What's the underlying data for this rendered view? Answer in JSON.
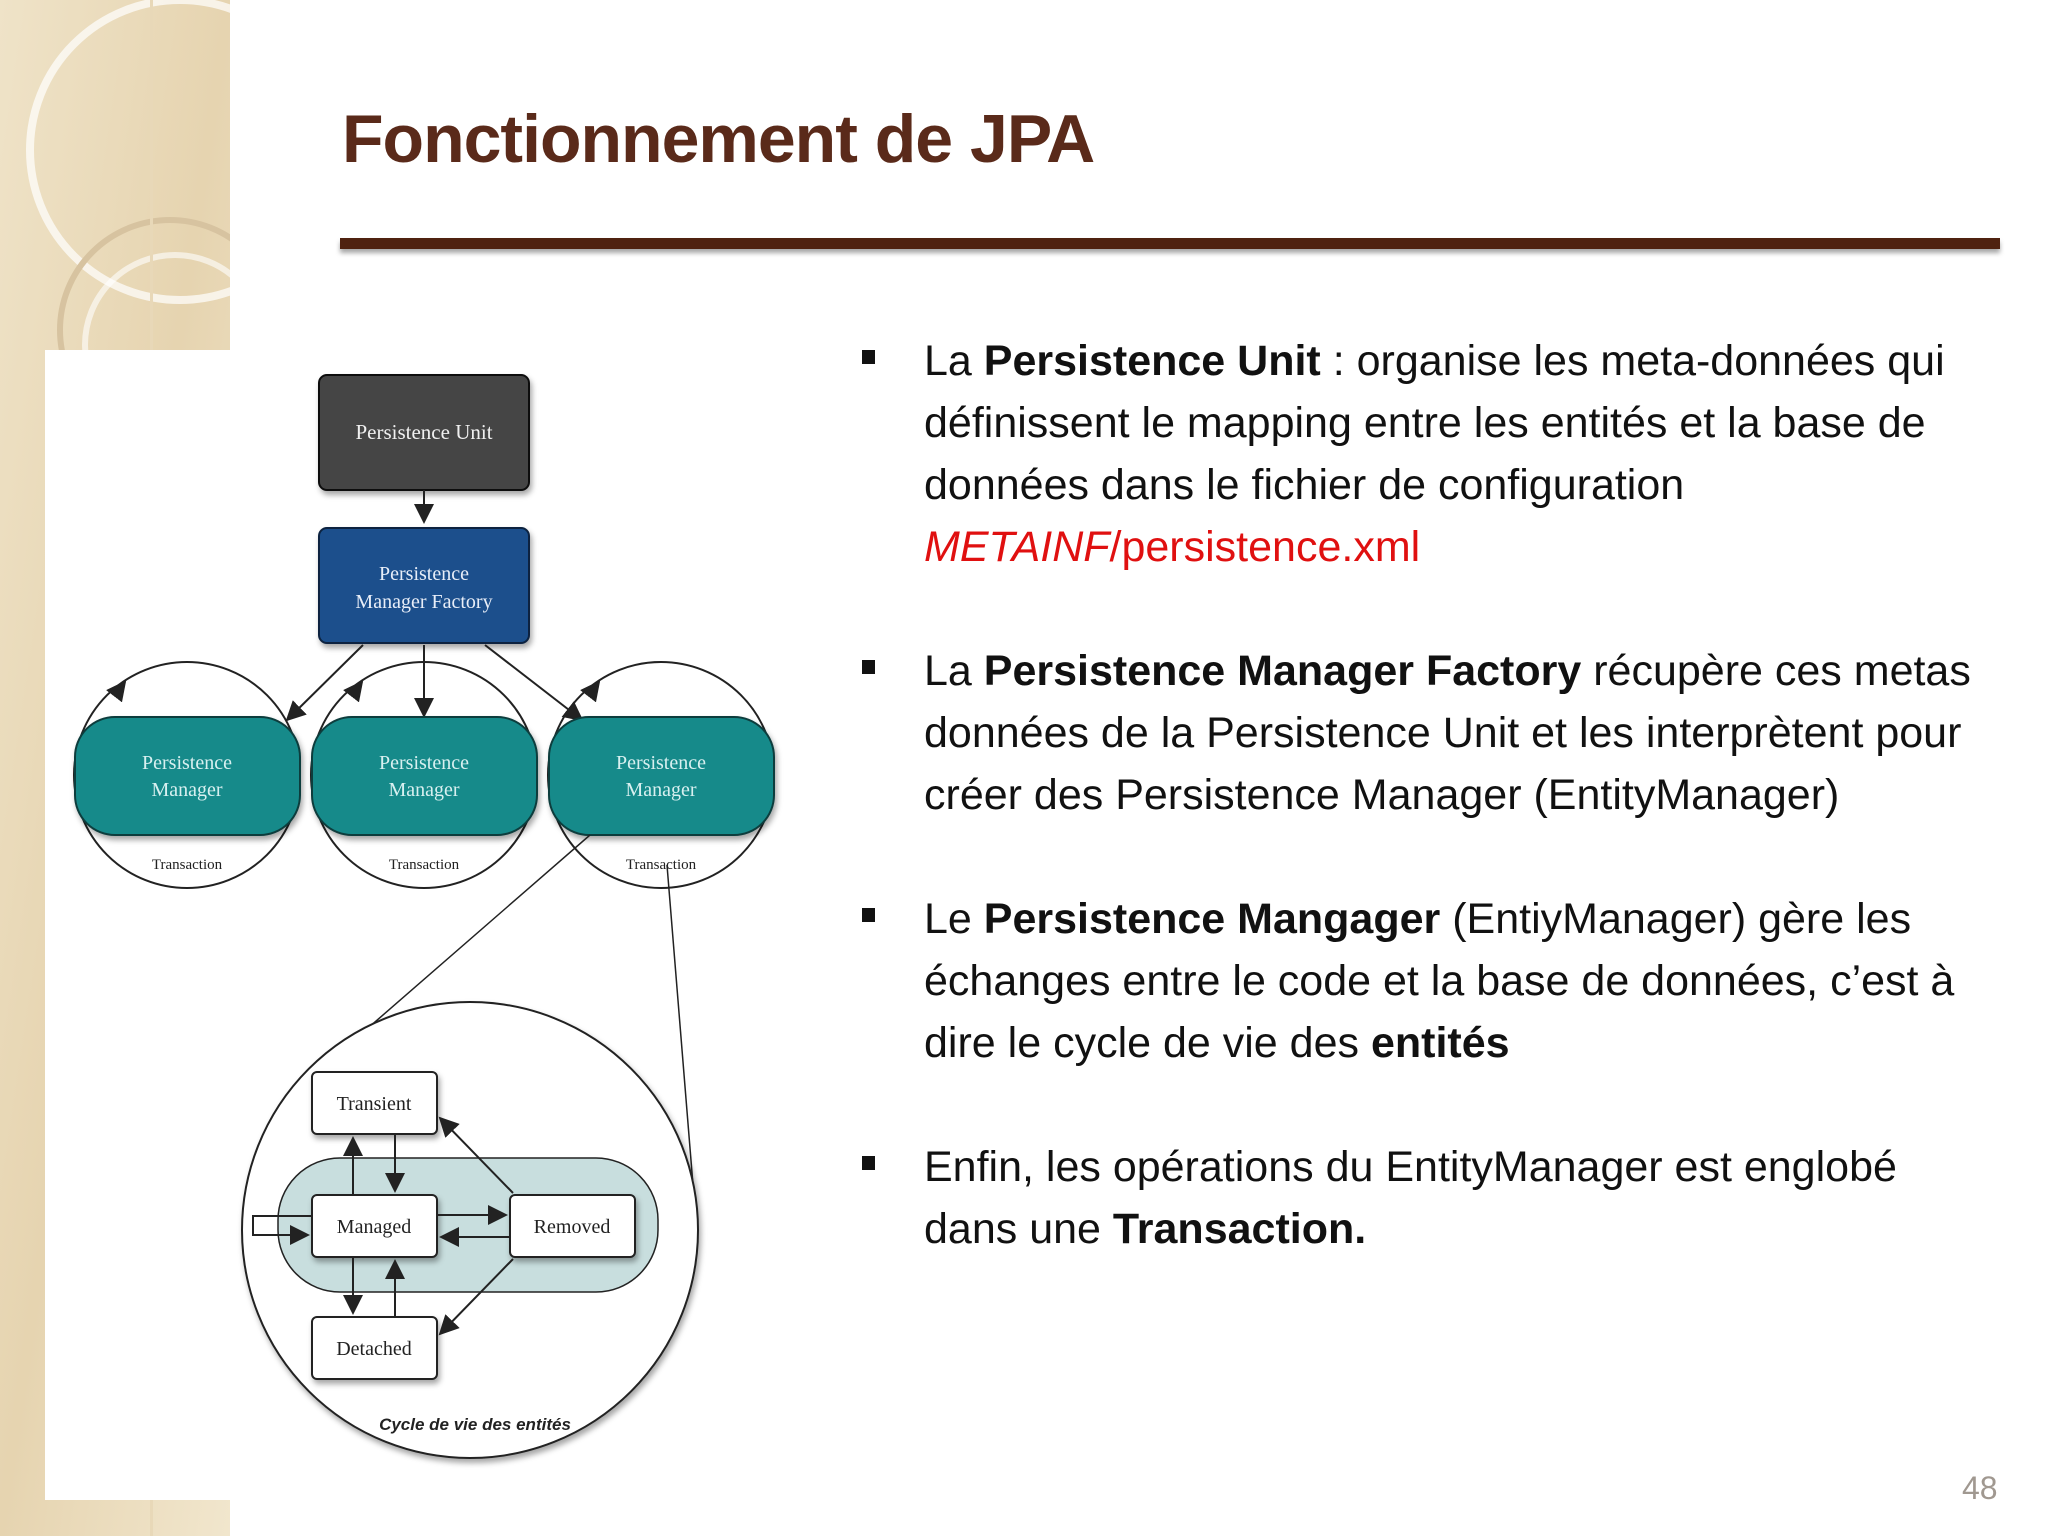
{
  "slide": {
    "title": "Fonctionnement de JPA",
    "page_number": "48"
  },
  "bullets": [
    {
      "pre": "La ",
      "bold": "Persistence Unit",
      "text": " : organise les meta-données qui définissent le mapping entre les entités et la base de données dans le fichier de configuration ",
      "path_italic": "METAINF",
      "path_rest": "/persistence.xml"
    },
    {
      "pre": "La ",
      "bold": "Persistence Manager Factory",
      "text": " récupère ces metas données de la Persistence Unit et les interprètent pour créer des Persistence Manager (EntityManager)"
    },
    {
      "pre": "Le ",
      "bold": "Persistence Mangager",
      "text": " (EntiyManager) gère les échanges entre le code et la base de données, c’est à dire le cycle de vie des ",
      "bold_end": "entités"
    },
    {
      "pre": "Enfin, les opérations du EntityManager est englobé dans une ",
      "bold_end": "Transaction."
    }
  ],
  "diagram": {
    "persistence_unit": "Persistence Unit",
    "factory_line1": "Persistence",
    "factory_line2": "Manager Factory",
    "managers": [
      {
        "line1": "Persistence",
        "line2": "Manager",
        "transaction": "Transaction"
      },
      {
        "line1": "Persistence",
        "line2": "Manager",
        "transaction": "Transaction"
      },
      {
        "line1": "Persistence",
        "line2": "Manager",
        "transaction": "Transaction"
      }
    ],
    "lifecycle": {
      "transient": "Transient",
      "managed": "Managed",
      "removed": "Removed",
      "detached": "Detached",
      "caption": "Cycle de vie des entités"
    }
  },
  "colors": {
    "title": "#5a2a1a",
    "rule": "#4f2210",
    "unit_box": "#444444",
    "factory_box": "#1a4f8c",
    "manager_box": "#138a8a",
    "managed_zone": "#c8dede",
    "link_red": "#e01010"
  }
}
